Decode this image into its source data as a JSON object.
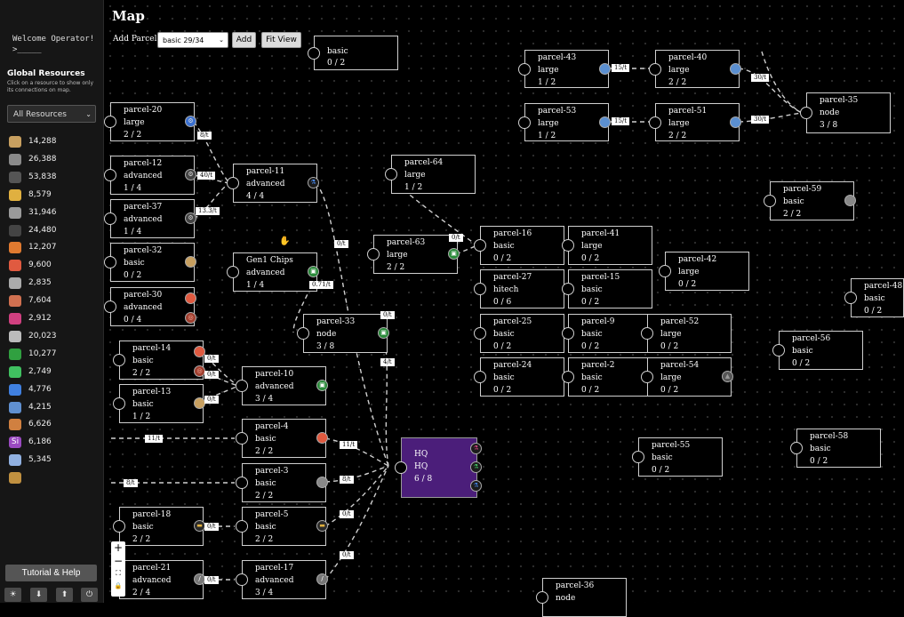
{
  "sidebar": {
    "welcome": "Welcome Operator!",
    "prompt": ">_____",
    "global_title": "Global Resources",
    "global_hint": "Click on a resource to show only its connections on map.",
    "resource_filter": "All Resources",
    "resources": [
      {
        "icon": "ore-icon",
        "value": "14,288",
        "color": "#c8a060"
      },
      {
        "icon": "stone-icon",
        "value": "26,388",
        "color": "#8a8a8a"
      },
      {
        "icon": "coal-icon",
        "value": "53,838",
        "color": "#555"
      },
      {
        "icon": "gold-bars-icon",
        "value": "8,579",
        "color": "#e0b040"
      },
      {
        "icon": "concrete-icon",
        "value": "31,946",
        "color": "#9a9a9a"
      },
      {
        "icon": "oil-icon",
        "value": "24,480",
        "color": "#444"
      },
      {
        "icon": "sand-icon",
        "value": "12,207",
        "color": "#e07a30"
      },
      {
        "icon": "bricks-icon",
        "value": "9,600",
        "color": "#e05a40"
      },
      {
        "icon": "gear-icon",
        "value": "2,835",
        "color": "#aaa"
      },
      {
        "icon": "copper-coil-icon",
        "value": "7,604",
        "color": "#d07050"
      },
      {
        "icon": "red-flask-icon",
        "value": "2,912",
        "color": "#d04080"
      },
      {
        "icon": "steel-icon",
        "value": "20,023",
        "color": "#bbb"
      },
      {
        "icon": "chip-icon",
        "value": "10,277",
        "color": "#30a040"
      },
      {
        "icon": "green-flask-icon",
        "value": "2,749",
        "color": "#40c060"
      },
      {
        "icon": "blue-flask-icon",
        "value": "4,776",
        "color": "#4080e0"
      },
      {
        "icon": "blue-box-icon",
        "value": "4,215",
        "color": "#6090d0"
      },
      {
        "icon": "copper-pile-icon",
        "value": "6,626",
        "color": "#d08040"
      },
      {
        "icon": "silicon-icon",
        "value": "6,186",
        "color": "#9a4ac0",
        "glyph": "Si"
      },
      {
        "icon": "crystal-icon",
        "value": "5,345",
        "color": "#90b0e0"
      },
      {
        "icon": "plank-icon",
        "value": "",
        "color": "#c09040"
      }
    ],
    "tutorial_label": "Tutorial & Help",
    "bottom_buttons": [
      "☀",
      "⬇",
      "⬆",
      "⏻"
    ]
  },
  "toolbar": {
    "title": "Map",
    "add_label": "Add Parcel:",
    "parcel_select": "basic 29/34",
    "add_button": "Add",
    "fit_button": "Fit View"
  },
  "nodes": {
    "top_basic": {
      "name": "",
      "type": "basic",
      "count": "0 / 2"
    },
    "p43": {
      "name": "parcel-43",
      "type": "large",
      "count": "1 / 2"
    },
    "p40": {
      "name": "parcel-40",
      "type": "large",
      "count": "2 / 2"
    },
    "p35": {
      "name": "parcel-35",
      "type": "node",
      "count": "3 / 8"
    },
    "p53": {
      "name": "parcel-53",
      "type": "large",
      "count": "1 / 2"
    },
    "p51": {
      "name": "parcel-51",
      "type": "large",
      "count": "2 / 2"
    },
    "p20": {
      "name": "parcel-20",
      "type": "large",
      "count": "2 / 2"
    },
    "p12": {
      "name": "parcel-12",
      "type": "advanced",
      "count": "1 / 4"
    },
    "p11": {
      "name": "parcel-11",
      "type": "advanced",
      "count": "4 / 4"
    },
    "p64": {
      "name": "parcel-64",
      "type": "large",
      "count": "1 / 2"
    },
    "p59": {
      "name": "parcel-59",
      "type": "basic",
      "count": "2 / 2"
    },
    "p37": {
      "name": "parcel-37",
      "type": "advanced",
      "count": "1 / 4"
    },
    "p63": {
      "name": "parcel-63",
      "type": "large",
      "count": "2 / 2"
    },
    "p16": {
      "name": "parcel-16",
      "type": "basic",
      "count": "0 / 2"
    },
    "p41": {
      "name": "parcel-41",
      "type": "large",
      "count": "0 / 2"
    },
    "p32": {
      "name": "parcel-32",
      "type": "basic",
      "count": "0 / 2"
    },
    "gen1": {
      "name": "Gen1 Chips",
      "type": "advanced",
      "count": "1 / 4"
    },
    "p42": {
      "name": "parcel-42",
      "type": "large",
      "count": "0 / 2"
    },
    "p27": {
      "name": "parcel-27",
      "type": "hitech",
      "count": "0 / 6"
    },
    "p15": {
      "name": "parcel-15",
      "type": "basic",
      "count": "0 / 2"
    },
    "p48": {
      "name": "parcel-48",
      "type": "basic",
      "count": "0 / 2"
    },
    "p30": {
      "name": "parcel-30",
      "type": "advanced",
      "count": "0 / 4"
    },
    "p33": {
      "name": "parcel-33",
      "type": "node",
      "count": "3 / 8"
    },
    "p25": {
      "name": "parcel-25",
      "type": "basic",
      "count": "0 / 2"
    },
    "p9": {
      "name": "parcel-9",
      "type": "basic",
      "count": "0 / 2"
    },
    "p52": {
      "name": "parcel-52",
      "type": "large",
      "count": "0 / 2"
    },
    "p56": {
      "name": "parcel-56",
      "type": "basic",
      "count": "0 / 2"
    },
    "p14": {
      "name": "parcel-14",
      "type": "basic",
      "count": "2 / 2"
    },
    "p10": {
      "name": "parcel-10",
      "type": "advanced",
      "count": "3 / 4"
    },
    "p24": {
      "name": "parcel-24",
      "type": "basic",
      "count": "0 / 2"
    },
    "p2": {
      "name": "parcel-2",
      "type": "basic",
      "count": "0 / 2"
    },
    "p54": {
      "name": "parcel-54",
      "type": "large",
      "count": "0 / 2"
    },
    "p13": {
      "name": "parcel-13",
      "type": "basic",
      "count": "1 / 2"
    },
    "p4": {
      "name": "parcel-4",
      "type": "basic",
      "count": "2 / 2"
    },
    "hq": {
      "name": "HQ",
      "type": "HQ",
      "count": "6 / 8"
    },
    "p55": {
      "name": "parcel-55",
      "type": "basic",
      "count": "0 / 2"
    },
    "p58": {
      "name": "parcel-58",
      "type": "basic",
      "count": "0 / 2"
    },
    "p3": {
      "name": "parcel-3",
      "type": "basic",
      "count": "2 / 2"
    },
    "p18": {
      "name": "parcel-18",
      "type": "basic",
      "count": "2 / 2"
    },
    "p5": {
      "name": "parcel-5",
      "type": "basic",
      "count": "2 / 2"
    },
    "p21": {
      "name": "parcel-21",
      "type": "advanced",
      "count": "2 / 4"
    },
    "p17": {
      "name": "parcel-17",
      "type": "advanced",
      "count": "3 / 4"
    },
    "p36": {
      "name": "parcel-36",
      "type": "node",
      "count": ""
    }
  },
  "edge_labels": {
    "e1": "15/t",
    "e2": "30/t",
    "e3": "15/t",
    "e4": "30/t",
    "e5": "8/t",
    "e6": "40/t",
    "e7": "13.3/t",
    "e8": "0/t",
    "e9": "0/t",
    "e10": "0.71/t",
    "e11": "0/t",
    "e12": "4/t",
    "e13": "0/t",
    "e14": "0/t",
    "e15": "0/t",
    "e16": "11/t",
    "e17": "11/t",
    "e18": "8/t",
    "e19": "8/t",
    "e20": "0/t",
    "e21": "0/t",
    "e22": "0/t",
    "e23": "0/t"
  },
  "zoom": {
    "plus": "+",
    "minus": "−",
    "fit": "⛶",
    "lock": "🔒"
  }
}
